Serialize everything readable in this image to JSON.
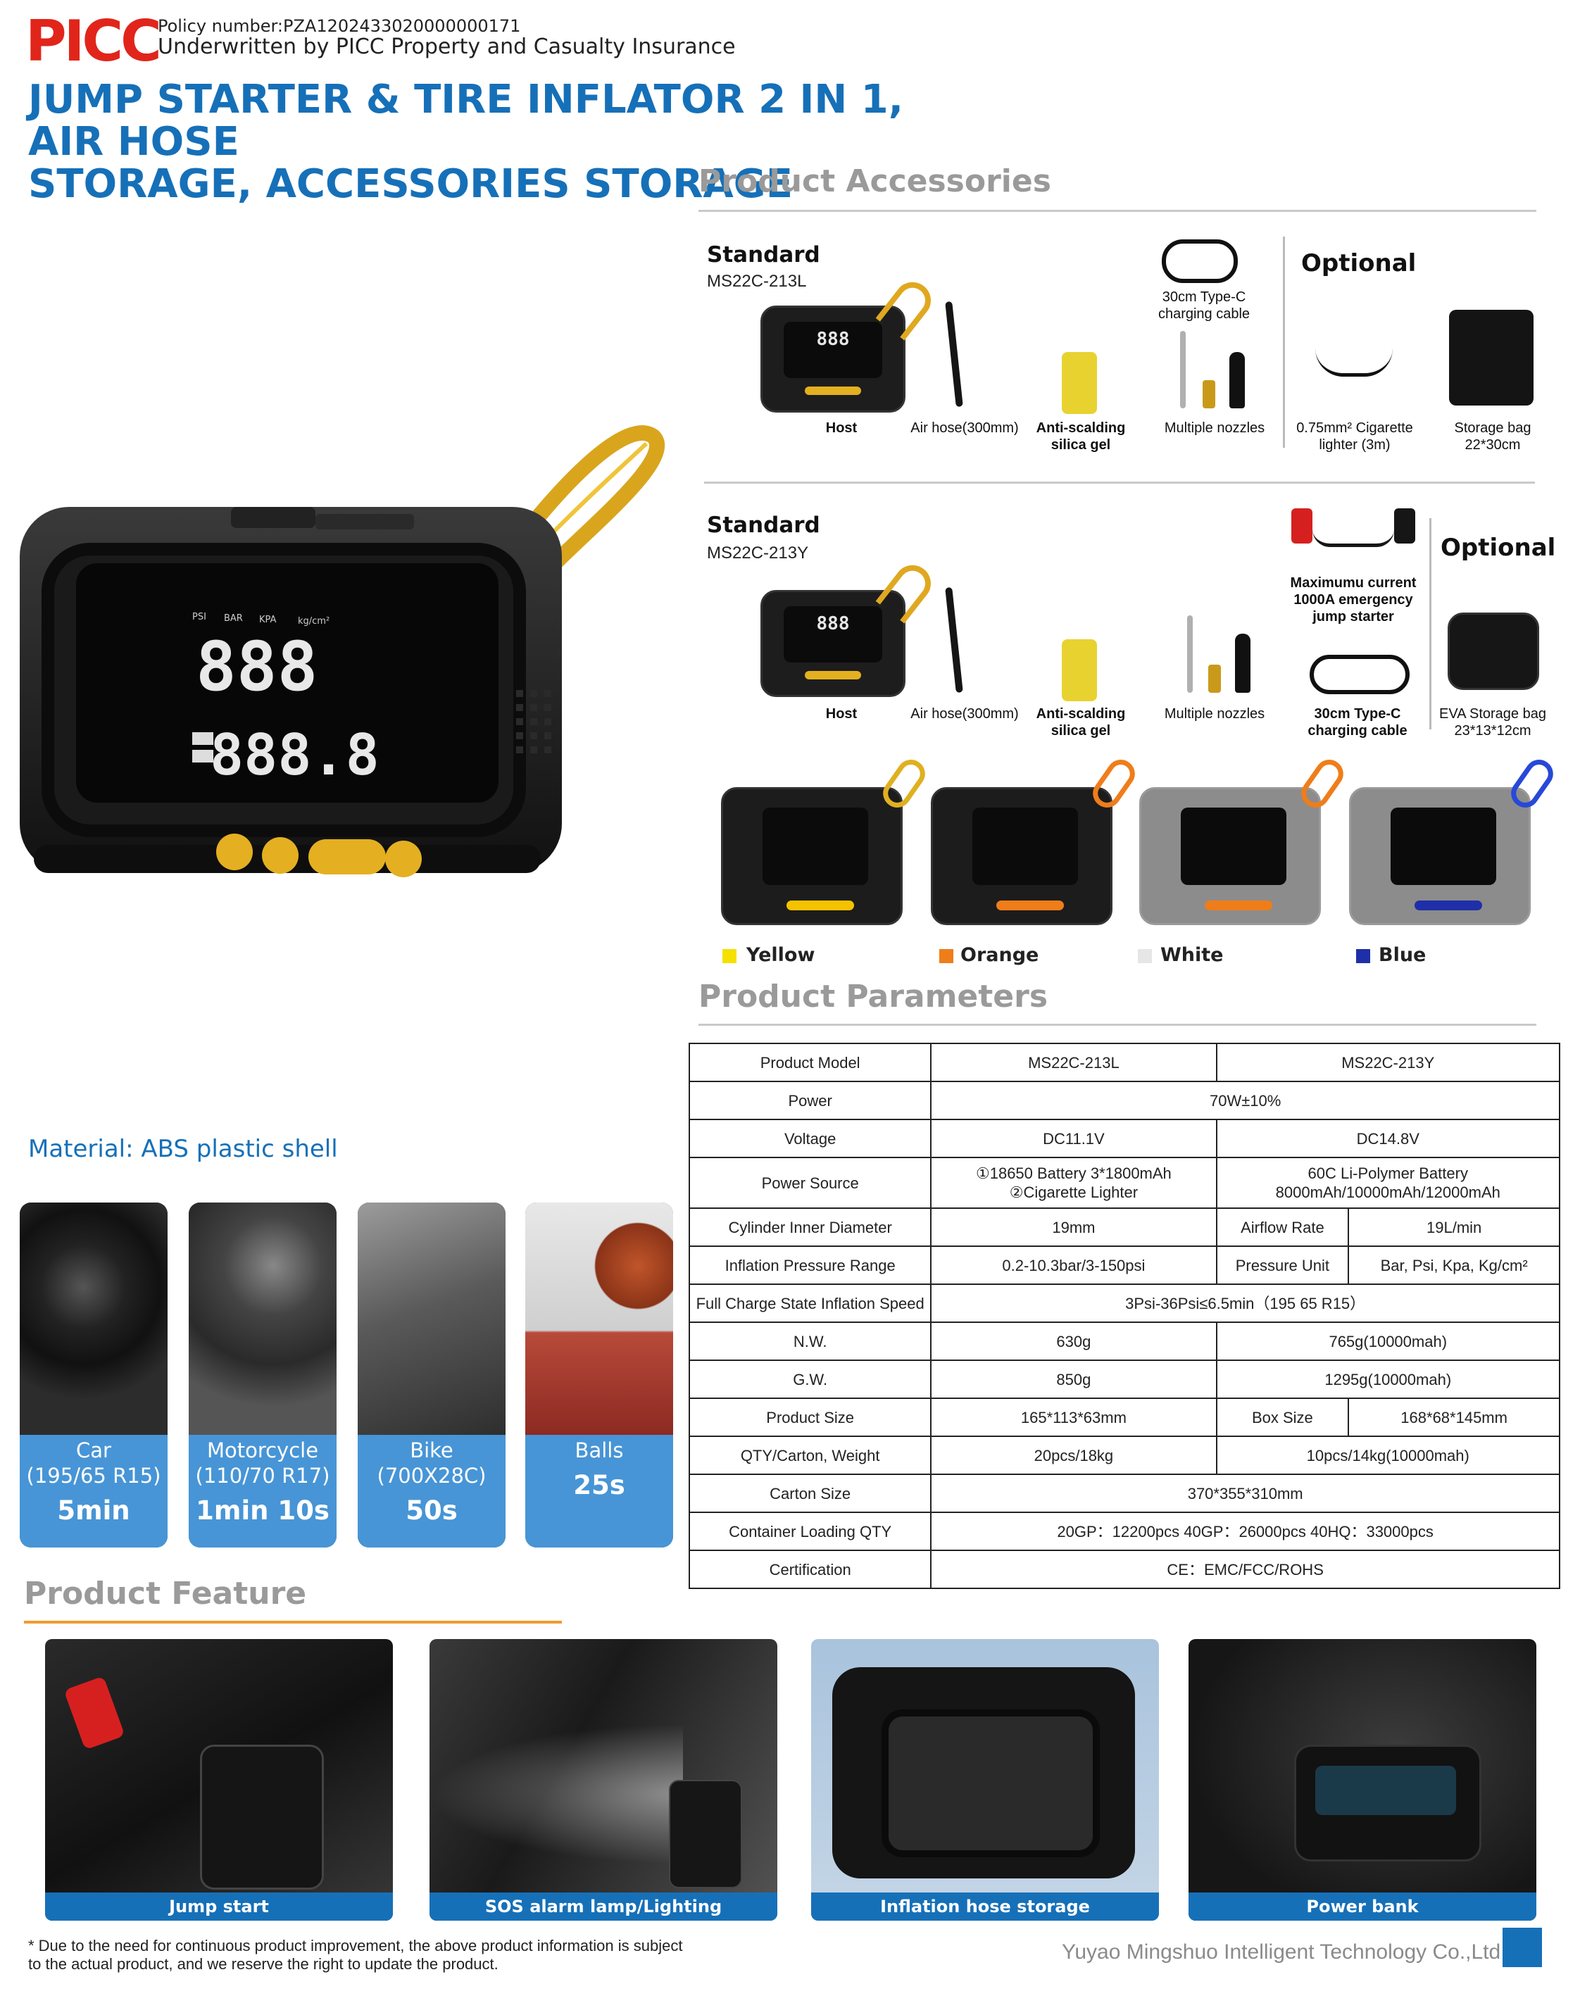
{
  "header": {
    "logo": "PICC",
    "policy_number": "Policy number:PZA1202433020000000171",
    "underwriter": "Underwritten by PICC Property and Casualty Insurance"
  },
  "title_line1": "JUMP STARTER & TIRE INFLATOR 2 IN 1, AIR HOSE",
  "title_line2": "STORAGE, ACCESSORIES STORAGE",
  "accessories": {
    "title": "Product Accessories",
    "row1": {
      "standard_label": "Standard",
      "model": "MS22C-213L",
      "optional_label": "Optional",
      "items": {
        "host": "Host",
        "hose": "Air hose(300mm)",
        "gel1": "Anti-scalding",
        "gel2": "silica gel",
        "cable1": "30cm Type-C",
        "cable2": "charging cable",
        "nozzles": "Multiple nozzles",
        "lighter1": "0.75mm² Cigarette",
        "lighter2": "lighter (3m)",
        "bag1": "Storage bag",
        "bag2": "22*30cm"
      }
    },
    "row2": {
      "standard_label": "Standard",
      "model": "MS22C-213Y",
      "optional_label": "Optional",
      "items": {
        "host": "Host",
        "hose": "Air hose(300mm)",
        "gel1": "Anti-scalding",
        "gel2": "silica gel",
        "nozzles": "Multiple nozzles",
        "clamp1": "Maximumu current",
        "clamp2": "1000A emergency",
        "clamp3": "jump starter",
        "cable1": "30cm Type-C",
        "cable2": "charging cable",
        "eva1": "EVA Storage bag",
        "eva2": "23*13*12cm"
      }
    }
  },
  "colors": [
    {
      "name": "Yellow",
      "hex": "#f5e000"
    },
    {
      "name": "Orange",
      "hex": "#ef7d1a"
    },
    {
      "name": "White",
      "hex": "#e6e6e6"
    },
    {
      "name": "Blue",
      "hex": "#1f2fa8"
    }
  ],
  "device_screen": {
    "digits_top": "888",
    "digits_bottom": "888",
    "digits_big": "888.8",
    "labels": [
      "PSI",
      "BAR",
      "KPA",
      "kg/cm²"
    ]
  },
  "parameters": {
    "title": "Product Parameters",
    "rows": {
      "model": {
        "label": "Product Model",
        "l": "MS22C-213L",
        "y": "MS22C-213Y"
      },
      "power": {
        "label": "Power",
        "v": "70W±10%"
      },
      "voltage": {
        "label": "Voltage",
        "l": "DC11.1V",
        "y": "DC14.8V"
      },
      "source": {
        "label": "Power Source",
        "l1": "①18650 Battery 3*1800mAh",
        "l2": "②Cigarette Lighter",
        "y1": "60C Li-Polymer Battery",
        "y2": "8000mAh/10000mAh/12000mAh"
      },
      "cylinder": {
        "label": "Cylinder Inner Diameter",
        "v": "19mm",
        "sub": "Airflow Rate",
        "sv": "19L/min"
      },
      "pressure": {
        "label": "Inflation Pressure Range",
        "v": "0.2-10.3bar/3-150psi",
        "sub": "Pressure Unit",
        "sv": "Bar, Psi, Kpa, Kg/cm²"
      },
      "speed": {
        "label": "Full Charge State Inflation Speed",
        "v": "3Psi-36Psi≤6.5min（195 65 R15）"
      },
      "nw": {
        "label": "N.W.",
        "l": "630g",
        "y": "765g(10000mah)"
      },
      "gw": {
        "label": "G.W.",
        "l": "850g",
        "y": "1295g(10000mah)"
      },
      "size": {
        "label": "Product Size",
        "v": "165*113*63mm",
        "sub": "Box Size",
        "sv": "168*68*145mm"
      },
      "qty": {
        "label": "QTY/Carton, Weight",
        "l": "20pcs/18kg",
        "y": "10pcs/14kg(10000mah)"
      },
      "carton": {
        "label": "Carton Size",
        "v": "370*355*310mm"
      },
      "container": {
        "label": "Container Loading QTY",
        "v": "20GP：12200pcs   40GP：26000pcs   40HQ：33000pcs"
      },
      "cert": {
        "label": "Certification",
        "v": "CE：EMC/FCC/ROHS"
      }
    }
  },
  "material": "Material: ABS plastic shell",
  "inflate_cards": [
    {
      "name1": "Car",
      "name2": "(195/65 R15)",
      "time": "5min"
    },
    {
      "name1": "Motorcycle",
      "name2": "(110/70 R17)",
      "time": "1min 10s"
    },
    {
      "name1": "Bike",
      "name2": "(700X28C)",
      "time": "50s"
    },
    {
      "name1": "Balls",
      "name2": "",
      "time": "25s"
    }
  ],
  "features": {
    "title": "Product Feature",
    "items": [
      "Jump start",
      "SOS alarm lamp/Lighting",
      "Inflation hose storage",
      "Power bank"
    ]
  },
  "footer": {
    "note1": "* Due to the need for continuous product improvement, the above product information is subject",
    "note2": "to the actual product, and we reserve the right to update the product.",
    "company": "Yuyao Mingshuo Intelligent Technology Co.,Ltd"
  }
}
